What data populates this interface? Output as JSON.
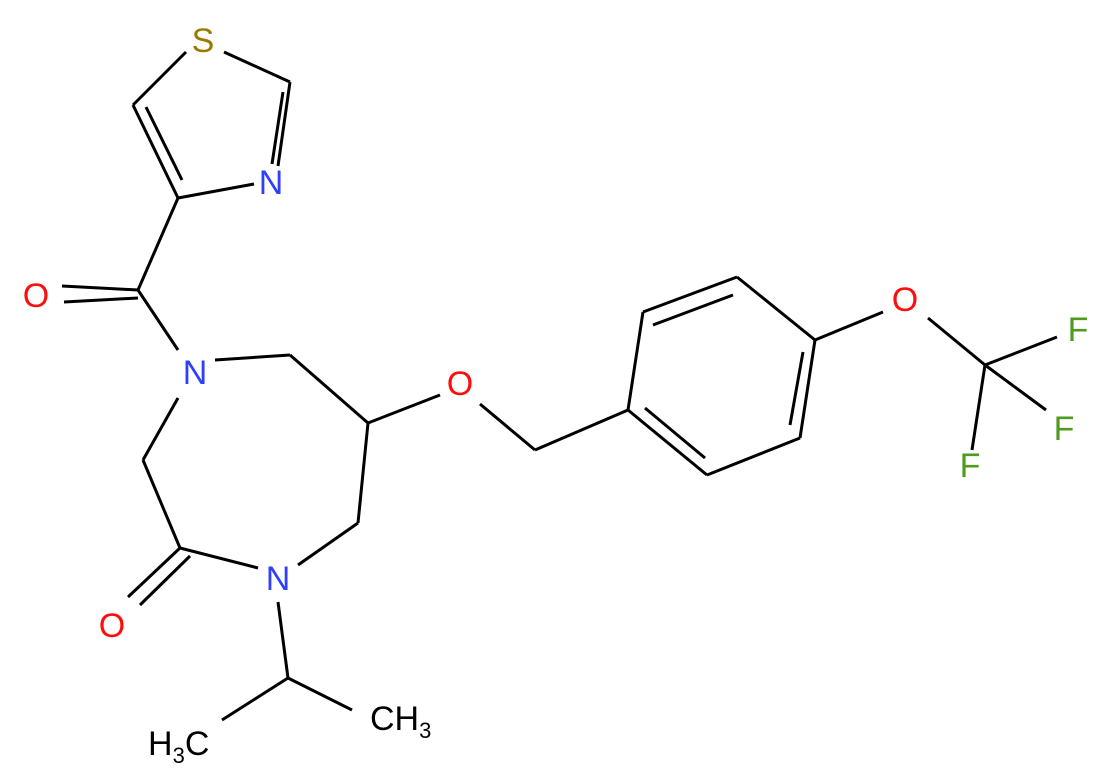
{
  "molecule": {
    "atoms": {
      "S": {
        "label": "S",
        "color": "#9a7b00"
      },
      "N_thiazole": {
        "label": "N",
        "color": "#2f3fff"
      },
      "O_amide_top": {
        "label": "O",
        "color": "#ff0d0d"
      },
      "N_ring_top": {
        "label": "N",
        "color": "#2f3fff"
      },
      "O_ether": {
        "label": "O",
        "color": "#ff0d0d"
      },
      "O_lactam": {
        "label": "O",
        "color": "#ff0d0d"
      },
      "N_ring_bottom": {
        "label": "N",
        "color": "#2f3fff"
      },
      "O_ocf3": {
        "label": "O",
        "color": "#ff0d0d"
      },
      "F1": {
        "label": "F",
        "color": "#4f9a1f"
      },
      "F2": {
        "label": "F",
        "color": "#4f9a1f"
      },
      "F3": {
        "label": "F",
        "color": "#4f9a1f"
      },
      "CH3_left": {
        "main": "H",
        "sub": "3",
        "tail": "C",
        "color": "#000000"
      },
      "CH3_right": {
        "main": "CH",
        "sub": "3",
        "color": "#000000"
      }
    },
    "bond_color": "#000000"
  }
}
